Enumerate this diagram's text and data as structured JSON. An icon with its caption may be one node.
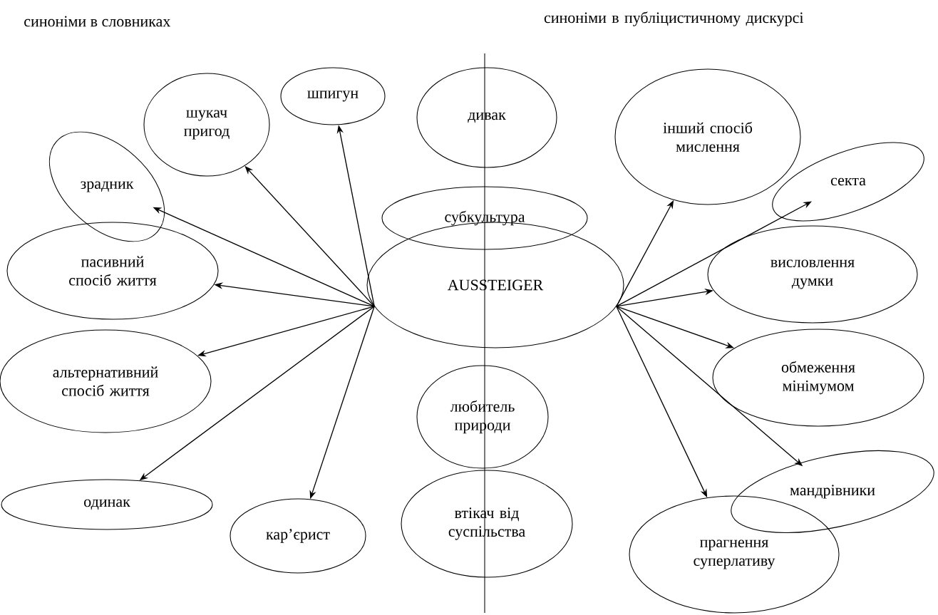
{
  "diagram": {
    "nodes": [
      {
        "text": [
          "AUSSTEIGER"
        ]
      },
      {
        "text": [
          "шпигун"
        ]
      },
      {
        "text": [
          "шукач пригод"
        ]
      },
      {
        "text": [
          "зрадник"
        ]
      },
      {
        "text": [
          "пасивний спосіб життя"
        ]
      },
      {
        "text": [
          "альтернативний спосіб життя"
        ]
      },
      {
        "text": [
          "одинак"
        ]
      },
      {
        "text": [
          "кар’єрист"
        ]
      },
      {
        "text": [
          "дивак"
        ]
      },
      {
        "text": [
          "субкультура"
        ]
      },
      {
        "text": [
          "любитель природи"
        ]
      },
      {
        "text": [
          "втікач від суспільства"
        ]
      },
      {
        "text": [
          "інший спосіб мислення"
        ]
      },
      {
        "text": [
          "секта"
        ]
      },
      {
        "text": [
          "висловлення думки"
        ]
      },
      {
        "text": [
          "обмеження мінімумом"
        ]
      },
      {
        "text": [
          "мандрівники"
        ]
      },
      {
        "text": [
          "прагнення суперлативу"
        ]
      }
    ],
    "edges": [
      {
        "from": 0,
        "to": 1,
        "arrow": "to"
      },
      {
        "from": 0,
        "to": 2,
        "arrow": "to"
      },
      {
        "from": 0,
        "to": 3,
        "arrow": "to"
      },
      {
        "from": 0,
        "to": 4,
        "arrow": "to"
      },
      {
        "from": 0,
        "to": 5,
        "arrow": "to"
      },
      {
        "from": 0,
        "to": 6,
        "arrow": "to"
      },
      {
        "from": 0,
        "to": 7,
        "arrow": "to"
      },
      {
        "from": 0,
        "to": 12,
        "arrow": "to"
      },
      {
        "from": 0,
        "to": 13,
        "arrow": "to"
      },
      {
        "from": 0,
        "to": 14,
        "arrow": "to"
      },
      {
        "from": 0,
        "to": 15,
        "arrow": "to"
      },
      {
        "from": 0,
        "to": 16,
        "arrow": "to"
      },
      {
        "from": 0,
        "to": 17,
        "arrow": "to"
      }
    ],
    "labels": [
      "синоніми в словниках",
      "синоніми в публіцистичному дискурсі"
    ]
  }
}
